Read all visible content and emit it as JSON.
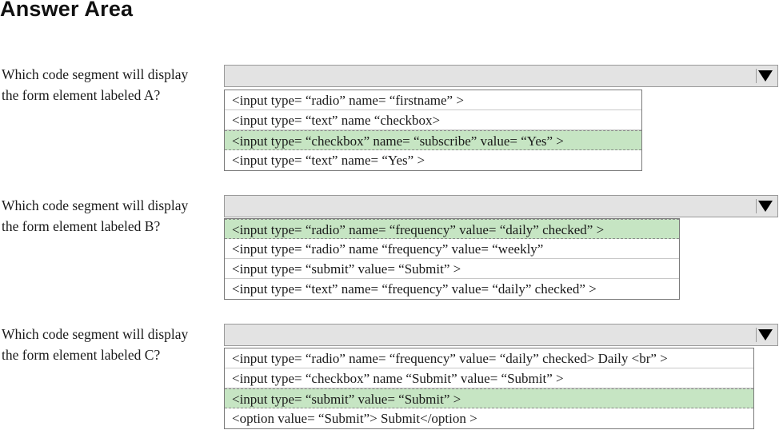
{
  "title": "Answer Area",
  "questions": [
    {
      "line1": "Which code segment will display",
      "line2": "the form element labeled A?",
      "options": [
        "<input type= “radio” name= “firstname” >",
        "<input type= “text” name “checkbox>",
        "<input type= “checkbox” name= “subscribe” value= “Yes” >",
        "<input type= “text” name= “Yes” >"
      ],
      "selected_index": 2
    },
    {
      "line1": "Which code segment will display",
      "line2": "the form element labeled B?",
      "options": [
        "<input type= “radio” name= “frequency” value= “daily” checked” >",
        "<input type= “radio” name “frequency” value= “weekly”",
        "<input type= “submit” value= “Submit” >",
        "<input type= “text” name= “frequency” value= “daily” checked” >"
      ],
      "selected_index": 0
    },
    {
      "line1": "Which code segment will display",
      "line2": "the form element labeled C?",
      "options": [
        "<input type= “radio” name= “frequency” value= “daily” checked> Daily <br” >",
        "<input type= “checkbox” name “Submit” value= “Submit” >",
        "<input type= “submit” value= “Submit” >",
        "<option value= “Submit”> Submit</option >"
      ],
      "selected_index": 2
    }
  ],
  "colors": {
    "selected_bg": "#c6e5c3",
    "dropdown_bg": "#e3e3e3"
  },
  "icons": {
    "dropdown": "triangle-down-icon"
  }
}
